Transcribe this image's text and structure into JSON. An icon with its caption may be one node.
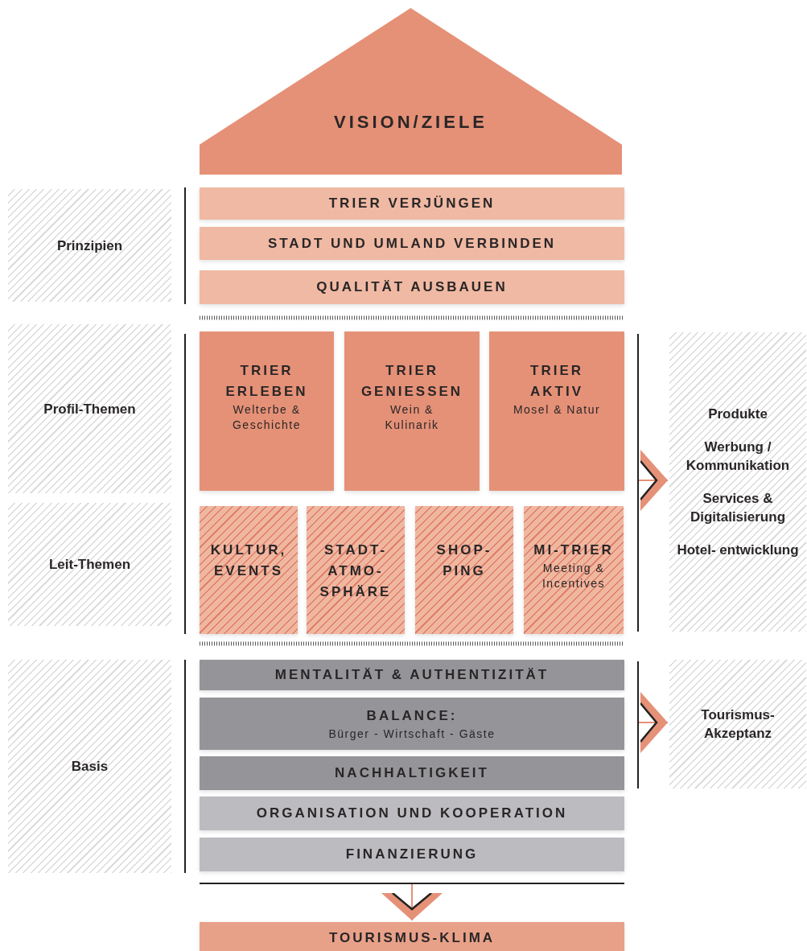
{
  "diagram": {
    "nodes": [
      {
        "text": [
          "VISION/ZIELE"
        ]
      },
      {
        "text": [
          "Prinzipien"
        ]
      },
      {
        "text": [
          "TRIER VERJÜNGEN"
        ]
      },
      {
        "text": [
          "STADT UND UMLAND VERBINDEN"
        ]
      },
      {
        "text": [
          "QUALITÄT AUSBAUEN"
        ]
      },
      {
        "text": [
          "Profil-Themen"
        ]
      },
      {
        "text": [
          "TRIER ERLEBEN",
          "Welterbe & Geschichte"
        ]
      },
      {
        "text": [
          "TRIER GENIESSEN",
          "Wein & Kulinarik"
        ]
      },
      {
        "text": [
          "TRIER AKTIV",
          "Mosel & Natur"
        ]
      },
      {
        "text": [
          "Leit-Themen"
        ]
      },
      {
        "text": [
          "KULTUR, EVENTS"
        ]
      },
      {
        "text": [
          "STADT- ATMO- SPHÄRE"
        ]
      },
      {
        "text": [
          "SHOP- PING"
        ]
      },
      {
        "text": [
          "MI-TRIER",
          "Meeting & Incentives"
        ]
      },
      {
        "text": [
          "Produkte",
          "Werbung / Kommunikation",
          "Services & Digitalisierung",
          "Hotel- entwicklung"
        ]
      },
      {
        "text": [
          "Basis"
        ]
      },
      {
        "text": [
          "MENTALITÄT & AUTHENTIZITÄT"
        ]
      },
      {
        "text": [
          "BALANCE:",
          "Bürger - Wirtschaft - Gäste"
        ]
      },
      {
        "text": [
          "NACHHALTIGKEIT"
        ]
      },
      {
        "text": [
          "Tourismus- Akzeptanz"
        ]
      },
      {
        "text": [
          "ORGANISATION UND KOOPERATION"
        ]
      },
      {
        "text": [
          "FINANZIERUNG"
        ]
      },
      {
        "text": [
          "TOURISMUS-KLIMA"
        ]
      }
    ],
    "edges": [
      {
        "from": null,
        "to": 14,
        "arrow": "to"
      },
      {
        "from": null,
        "to": 19,
        "arrow": "to"
      },
      {
        "from": null,
        "to": 22,
        "arrow": "to"
      }
    ]
  }
}
